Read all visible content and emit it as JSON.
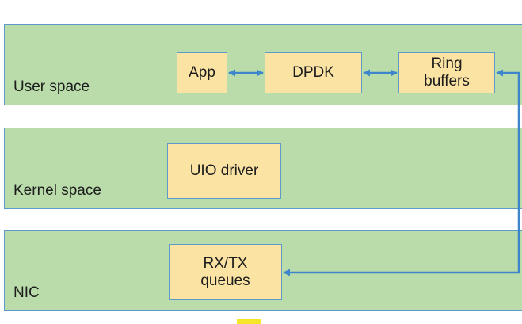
{
  "layers": {
    "user_space": "User space",
    "kernel_space": "Kernel space",
    "nic": "NIC"
  },
  "boxes": {
    "app": "App",
    "dpdk": "DPDK",
    "ring_buffers": "Ring\nbuffers",
    "uio_driver": "UIO driver",
    "rx_tx_queues": "RX/TX\nqueues"
  },
  "colors": {
    "layer_fill": "#b9dcaa",
    "box_fill": "#fbe3a4",
    "border": "#5d9ac9",
    "arrow": "#3d86cc"
  },
  "connections": [
    {
      "from": "app",
      "to": "dpdk",
      "type": "bidirectional"
    },
    {
      "from": "dpdk",
      "to": "ring_buffers",
      "type": "bidirectional"
    },
    {
      "from": "rx_tx_queues",
      "to": "ring_buffers",
      "type": "bidirectional"
    }
  ]
}
